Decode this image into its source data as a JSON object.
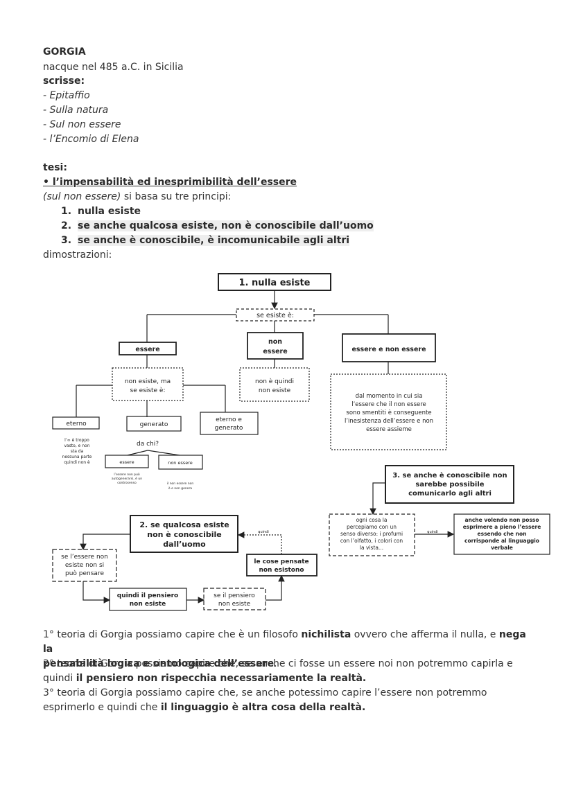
{
  "title": "GORGIA",
  "born": "nacque nel 485 a.C. in Sicilia",
  "wrote_label": "scrisse:",
  "works": [
    "- Epitaffio",
    "- Sulla natura",
    "- Sul non essere",
    "- l’Encomio di Elena"
  ],
  "thesis_label": "tesi:",
  "thesis_title": "• l’impensabilità ed inesprimibilità dell’essere",
  "thesis_source": "(sul non essere)",
  "thesis_intro_rest": " si basa su tre principi:",
  "principles": [
    {
      "n": "1.",
      "text": "nulla esiste"
    },
    {
      "n": "2.",
      "text": "se anche qualcosa esiste, non è conoscibile dall’uomo"
    },
    {
      "n": "3.",
      "text": "se anche è conoscibile, è incomunicabile agli altri"
    }
  ],
  "demonstrations_label": "dimostrazioni:",
  "diagram": {
    "nulla_esiste": "1. nulla esiste",
    "se_esiste": "se esiste è:",
    "essere": "essere",
    "non_essere": [
      "non",
      "essere"
    ],
    "essere_e_non_essere": "essere e non essere",
    "non_esiste_ma": [
      "non esiste, ma",
      "se esiste è:"
    ],
    "non_e_quindi": [
      "non è quindi",
      "non esiste"
    ],
    "dal_momento": [
      "dal momento in cui sia",
      "l’essere che il non essere",
      "sono smentiti è conseguente",
      "l’inesistenza dell’essere e non",
      "essere assieme"
    ],
    "eterno": "eterno",
    "generato": "generato",
    "eterno_e_generato": [
      "eterno e",
      "generato"
    ],
    "troppo_vasto": [
      "l’∞ è troppo",
      "vasto, e non",
      "sta da",
      "nessuna parte",
      "quindi non è"
    ],
    "da_chi": "da chi?",
    "essere_small": "essere",
    "non_essere_small": "non essere",
    "essere_note": [
      "l’essere non può",
      "autogenerarsi, è un",
      "controsenso"
    ],
    "non_essere_note": [
      "il non essere non",
      "è e non genera"
    ],
    "se_anche_conoscibile": [
      "3. se anche è  conoscibile non",
      "sarebbe possibile",
      "comunicarlo agli altri"
    ],
    "ogni_cosa": [
      "ogni cosa la",
      "percepiamo con un",
      "senso diverso: i profumi",
      "con l’olfatto, i colori con",
      "la vista..."
    ],
    "quindi": "quindi",
    "anche_volendo": [
      "anche volendo non posso",
      "esprimere a pieno l’essere",
      "essendo che non",
      "corrisponde al linguaggio",
      "verbale"
    ],
    "se_qualcosa_esiste": [
      "2. se qualcosa esiste",
      "non è conoscibile",
      "dall’uomo"
    ],
    "se_lessere": [
      "se l’essere non",
      "esiste non si",
      "può pensare"
    ],
    "cose_pensate": [
      "le cose pensate",
      "non esistono"
    ],
    "quindi_pensiero": [
      "quindi il pensiero",
      "non esiste"
    ],
    "se_il_pensiero": [
      "se il pensiero",
      "non esiste"
    ]
  },
  "conclusions": {
    "p1": {
      "a": "1° teoria di Gorgia possiamo capire che è un filosofo ",
      "b": "nichilista",
      "c": " ovvero che afferma il nulla, e ",
      "d": "nega la",
      "e": "pensabilità logica e ontologica dell’essere",
      "f": "."
    },
    "p2": {
      "a": "2° teoria di Gorgia possiamo capire che, se anche ci fosse un essere noi non potremmo capirla e",
      "b": "quindi ",
      "c": "il pensiero non rispecchia necessariamente la realtà."
    },
    "p3": {
      "a": "3° teoria di Gorgia possiamo capire che, se anche potessimo capire l’essere non potremmo",
      "b": "esprimerlo e quindi che ",
      "c": "il linguaggio è altra cosa della realtà."
    }
  }
}
